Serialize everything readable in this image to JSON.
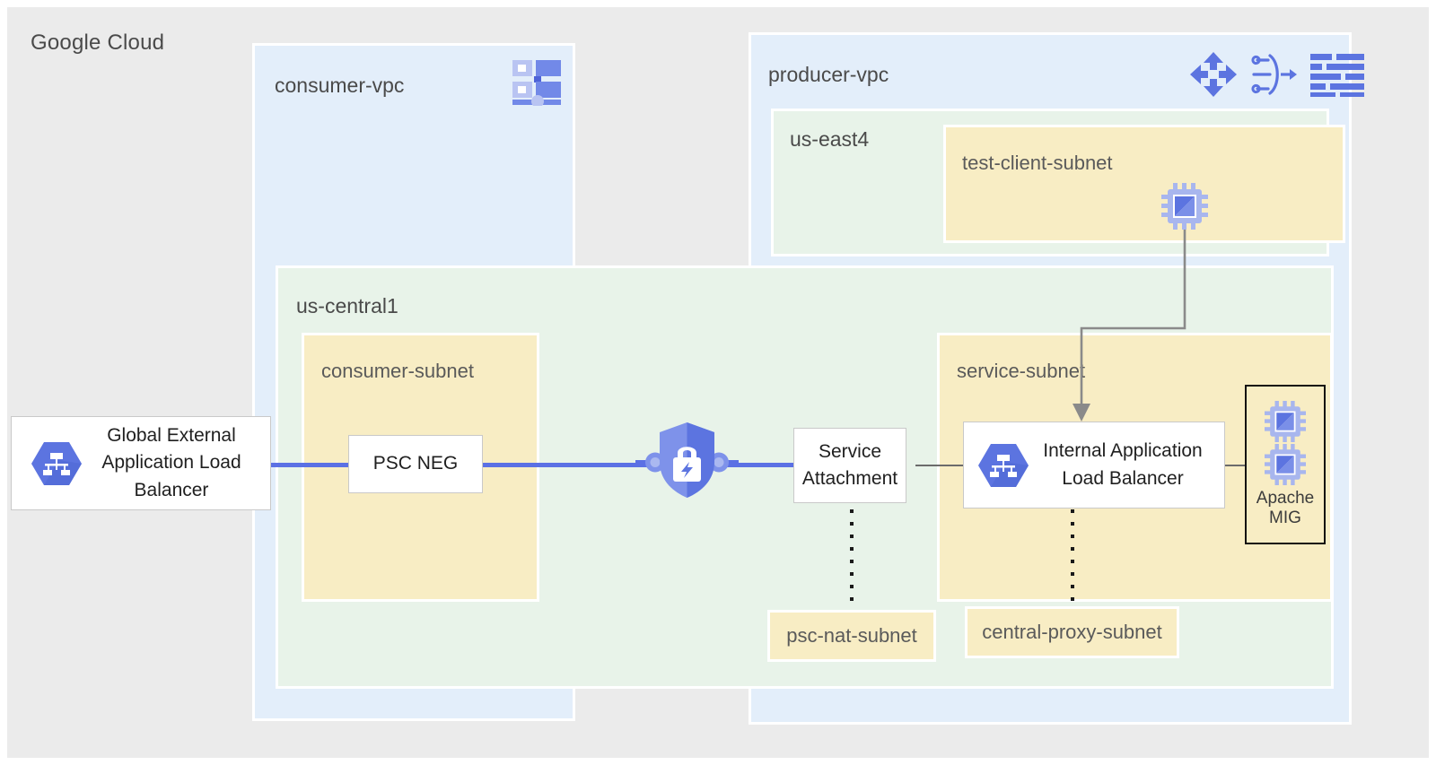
{
  "diagram": {
    "title": "Google Cloud",
    "type": "architecture-diagram"
  },
  "containers": {
    "consumer_vpc": {
      "label": "consumer-vpc",
      "icon": "vpc-network-icon",
      "color": "#e3eefa"
    },
    "producer_vpc": {
      "label": "producer-vpc",
      "icons": [
        "traffic-director-icon",
        "service-attachment-icon",
        "subnet-list-icon"
      ],
      "color": "#e3eefa"
    },
    "us_east4": {
      "label": "us-east4",
      "color": "#e8f3e9"
    },
    "us_central1": {
      "label": "us-central1",
      "color": "#e8f3e9"
    }
  },
  "subnets": {
    "test_client_subnet": {
      "label": "test-client-subnet",
      "color": "#f8edc4"
    },
    "consumer_subnet": {
      "label": "consumer-subnet",
      "color": "#f8edc4"
    },
    "service_subnet": {
      "label": "service-subnet",
      "color": "#f8edc4"
    },
    "psc_nat_subnet": {
      "label": "psc-nat-subnet",
      "color": "#f8edc4"
    },
    "central_proxy_subnet": {
      "label": "central-proxy-subnet",
      "color": "#f8edc4"
    }
  },
  "nodes": {
    "global_external_alb": {
      "line1": "Global External",
      "line2": "Application Load",
      "line3": "Balancer",
      "icon": "load-balancer-icon"
    },
    "psc_neg": {
      "label": "PSC NEG"
    },
    "private_service_connect": {
      "icon": "psc-shield-lock-icon"
    },
    "service_attachment": {
      "line1": "Service",
      "line2": "Attachment"
    },
    "internal_alb": {
      "line1": "Internal Application",
      "line2": "Load Balancer",
      "icon": "load-balancer-icon"
    },
    "apache_mig": {
      "line1": "Apache",
      "line2": "MIG",
      "icon": "vm-instance-icon",
      "instance_count": 2
    },
    "test_client_vm": {
      "icon": "vm-instance-icon"
    }
  },
  "colors": {
    "canvas": "#ebebeb",
    "vpc": "#e3eefa",
    "region": "#e8f3e9",
    "subnet": "#f8edc4",
    "accent_blue": "#5b70e4",
    "icon_blue": "#5c74e0",
    "connector_gray": "#6b6b6b"
  }
}
